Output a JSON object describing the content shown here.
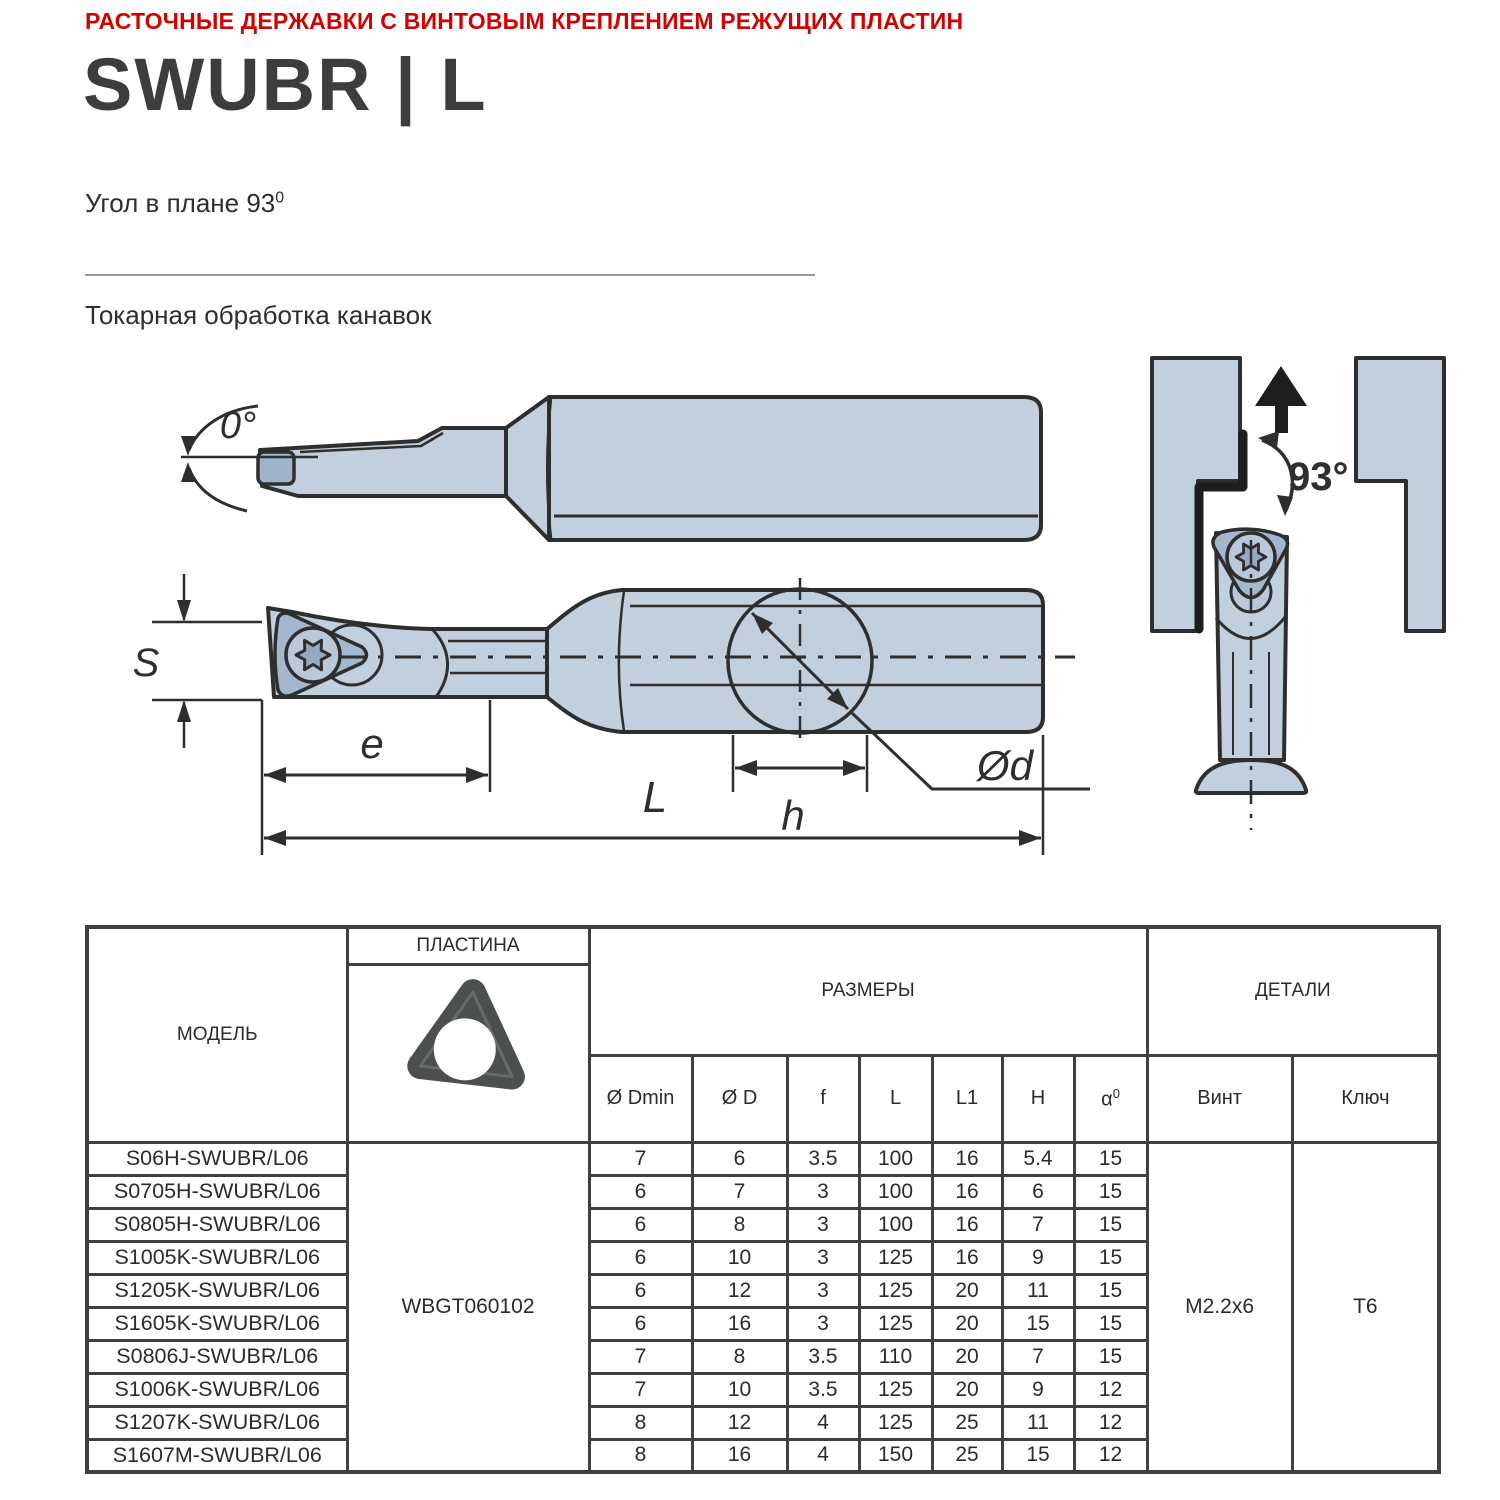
{
  "page": {
    "topline": "РАСТОЧНЫЕ ДЕРЖАВКИ С ВИНТОВЫМ КРЕПЛЕНИЕМ РЕЖУЩИХ ПЛАСТИН",
    "title": "SWUBR | L",
    "subtitle_angle": "Угол в плане 93",
    "subtitle_angle_sup": "0",
    "subtitle_operation": "Токарная обработка канавок"
  },
  "colors": {
    "accent_red": "#d40000",
    "title_gray": "#3d3d3d",
    "drawing_fill": "#c2cfdd",
    "drawing_fill_dark": "#a3b8cc",
    "drawing_outline": "#2e2e2e",
    "table_border": "#3f3f3f"
  },
  "diagram": {
    "labels": {
      "back_angle": "0°",
      "shank_height": "S",
      "head_length": "e",
      "total_length": "L",
      "clamp_length": "h",
      "shank_diameter": "Ød",
      "entering_angle": "93°"
    }
  },
  "table": {
    "headers": {
      "model": "МОДЕЛЬ",
      "insert": "ПЛАСТИНА",
      "dimensions": "РАЗМЕРЫ",
      "parts": "ДЕТАЛИ",
      "col_dmin": "Ø Dmin",
      "col_d": "Ø D",
      "col_f": "f",
      "col_l": "L",
      "col_l1": "L1",
      "col_h": "H",
      "col_alpha": "α",
      "col_alpha_sup": "0",
      "col_screw": "Винт",
      "col_key": "Ключ"
    },
    "insert_code": "WBGT060102",
    "screw": "M2.2x6",
    "key": "T6",
    "rows": [
      {
        "model": "S06H-SWUBR/L06",
        "dmin": "7",
        "d": "6",
        "f": "3.5",
        "l": "100",
        "l1": "16",
        "h": "5.4",
        "a": "15"
      },
      {
        "model": "S0705H-SWUBR/L06",
        "dmin": "6",
        "d": "7",
        "f": "3",
        "l": "100",
        "l1": "16",
        "h": "6",
        "a": "15"
      },
      {
        "model": "S0805H-SWUBR/L06",
        "dmin": "6",
        "d": "8",
        "f": "3",
        "l": "100",
        "l1": "16",
        "h": "7",
        "a": "15"
      },
      {
        "model": "S1005K-SWUBR/L06",
        "dmin": "6",
        "d": "10",
        "f": "3",
        "l": "125",
        "l1": "16",
        "h": "9",
        "a": "15"
      },
      {
        "model": "S1205K-SWUBR/L06",
        "dmin": "6",
        "d": "12",
        "f": "3",
        "l": "125",
        "l1": "20",
        "h": "11",
        "a": "15"
      },
      {
        "model": "S1605K-SWUBR/L06",
        "dmin": "6",
        "d": "16",
        "f": "3",
        "l": "125",
        "l1": "20",
        "h": "15",
        "a": "15"
      },
      {
        "model": "S0806J-SWUBR/L06",
        "dmin": "7",
        "d": "8",
        "f": "3.5",
        "l": "110",
        "l1": "20",
        "h": "7",
        "a": "15"
      },
      {
        "model": "S1006K-SWUBR/L06",
        "dmin": "7",
        "d": "10",
        "f": "3.5",
        "l": "125",
        "l1": "20",
        "h": "9",
        "a": "12"
      },
      {
        "model": "S1207K-SWUBR/L06",
        "dmin": "8",
        "d": "12",
        "f": "4",
        "l": "125",
        "l1": "25",
        "h": "11",
        "a": "12"
      },
      {
        "model": "S1607M-SWUBR/L06",
        "dmin": "8",
        "d": "16",
        "f": "4",
        "l": "150",
        "l1": "25",
        "h": "15",
        "a": "12"
      }
    ]
  }
}
